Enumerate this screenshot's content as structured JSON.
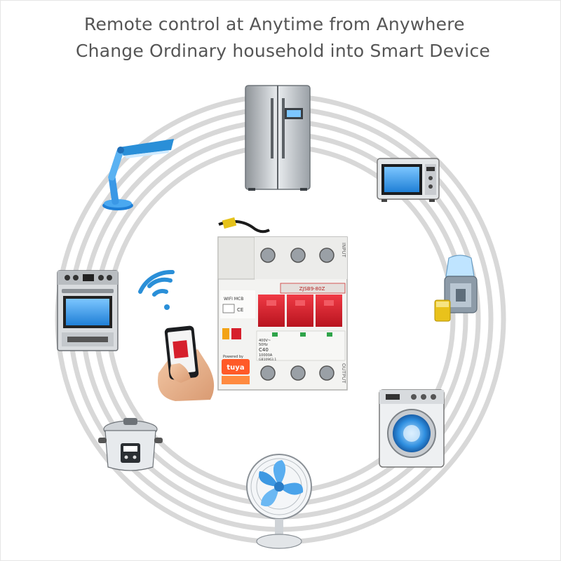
{
  "headline": {
    "line1": "Remote control at Anytime from Anywhere",
    "line2": "Change Ordinary household into Smart Device"
  },
  "breaker": {
    "model": "ZJSB9-80Z",
    "brand_label": "WIFI MCB",
    "rating": "C40",
    "voltage": "400V~",
    "frequency": "50Hz",
    "breaking_capacity": "10000A",
    "standard": "GB10963.1",
    "powered_by": "Powered by",
    "platform": "tuya",
    "input_label": "INPUT",
    "output_label": "OUTPUT",
    "ce_mark": "CE"
  },
  "icons": [
    "refrigerator-icon",
    "microwave-icon",
    "desk-lamp-icon",
    "oven-icon",
    "juicer-icon",
    "washing-machine-icon",
    "rice-cooker-icon",
    "fan-icon",
    "wifi-icon",
    "smartphone-hand-icon",
    "circuit-breaker-icon"
  ],
  "colors": {
    "headline": "#555555",
    "rings": "#d8d8d8",
    "breaker_handle": "#d61f2c",
    "wifi": "#2a8fd8",
    "appliance_blue": "#3aa0e8",
    "tuya": "#ff5a28"
  }
}
